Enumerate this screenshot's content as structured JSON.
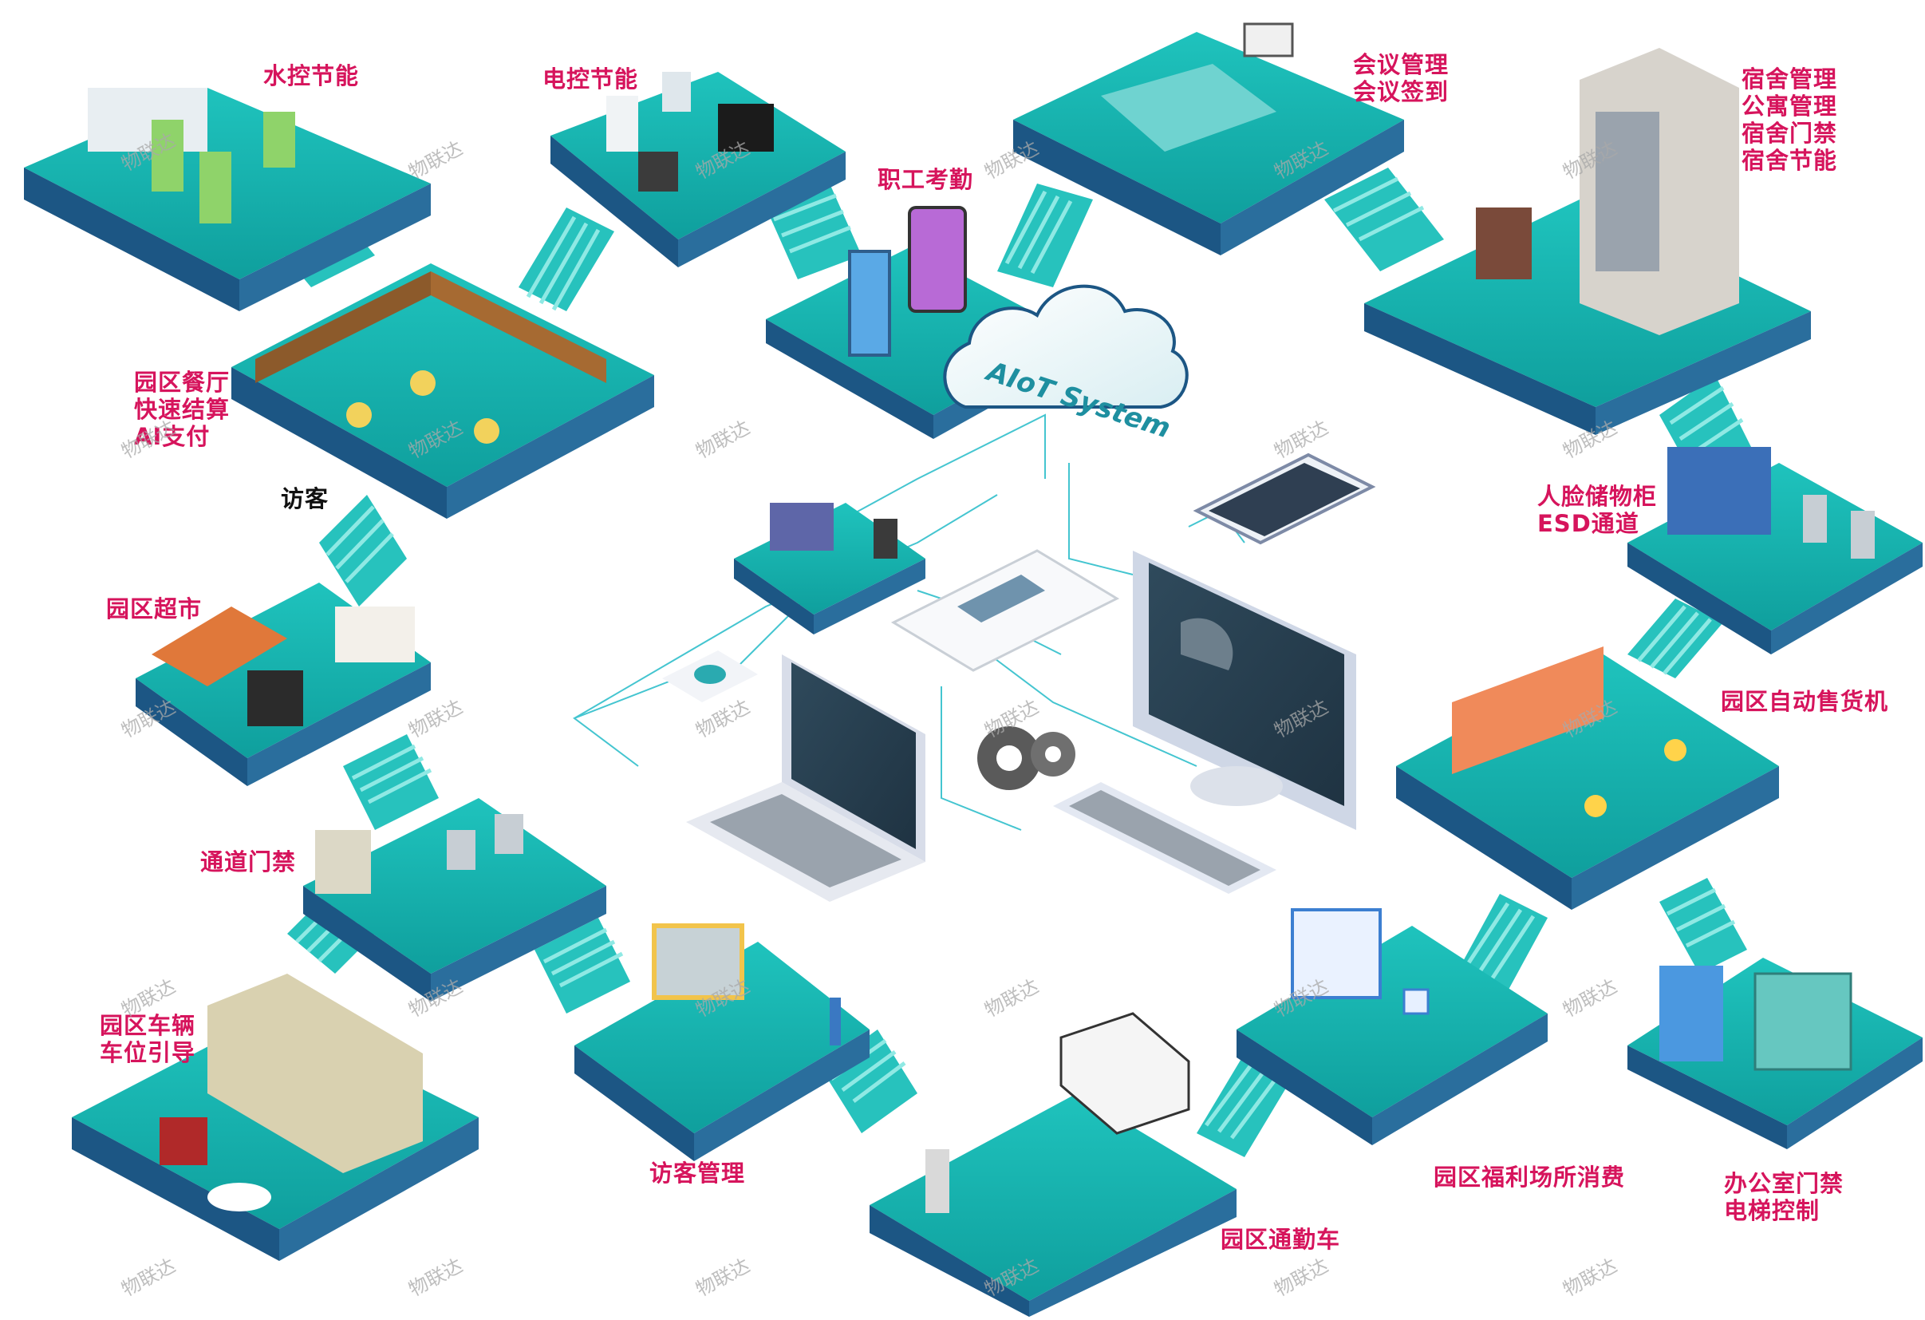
{
  "colors": {
    "platform_top": "#12b2ae",
    "platform_top_light": "#36cfc9",
    "platform_side": "#1c5684",
    "platform_front": "#2a6e9d",
    "stair": "#27c2bd",
    "stair_light": "#8fe9e4",
    "label": "#d6145c",
    "label_dark": "#111111",
    "watermark": "#a9a9a9",
    "line": "#44c5d0"
  },
  "center": {
    "cloud_text": "AIoT System"
  },
  "labels": {
    "water": "水控节能",
    "power": "电控节能",
    "attendance": "职工考勤",
    "meeting": "会议管理\n会议签到",
    "dorm": "宿舍管理\n公寓管理\n宿舍门禁\n宿舍节能",
    "canteen": "园区餐厅\n快速结算\nAI支付",
    "visitor": "访客",
    "locker": "人脸储物柜\nESD通道",
    "market": "园区超市",
    "vending": "园区自动售货机",
    "gate": "通道门禁",
    "parking": "园区车辆\n车位引导",
    "visitor_mgmt": "访客管理",
    "welfare": "园区福利场所消费",
    "office": "办公室门禁\n电梯控制",
    "shuttle": "园区通勤车"
  },
  "watermark_text": "物联达"
}
